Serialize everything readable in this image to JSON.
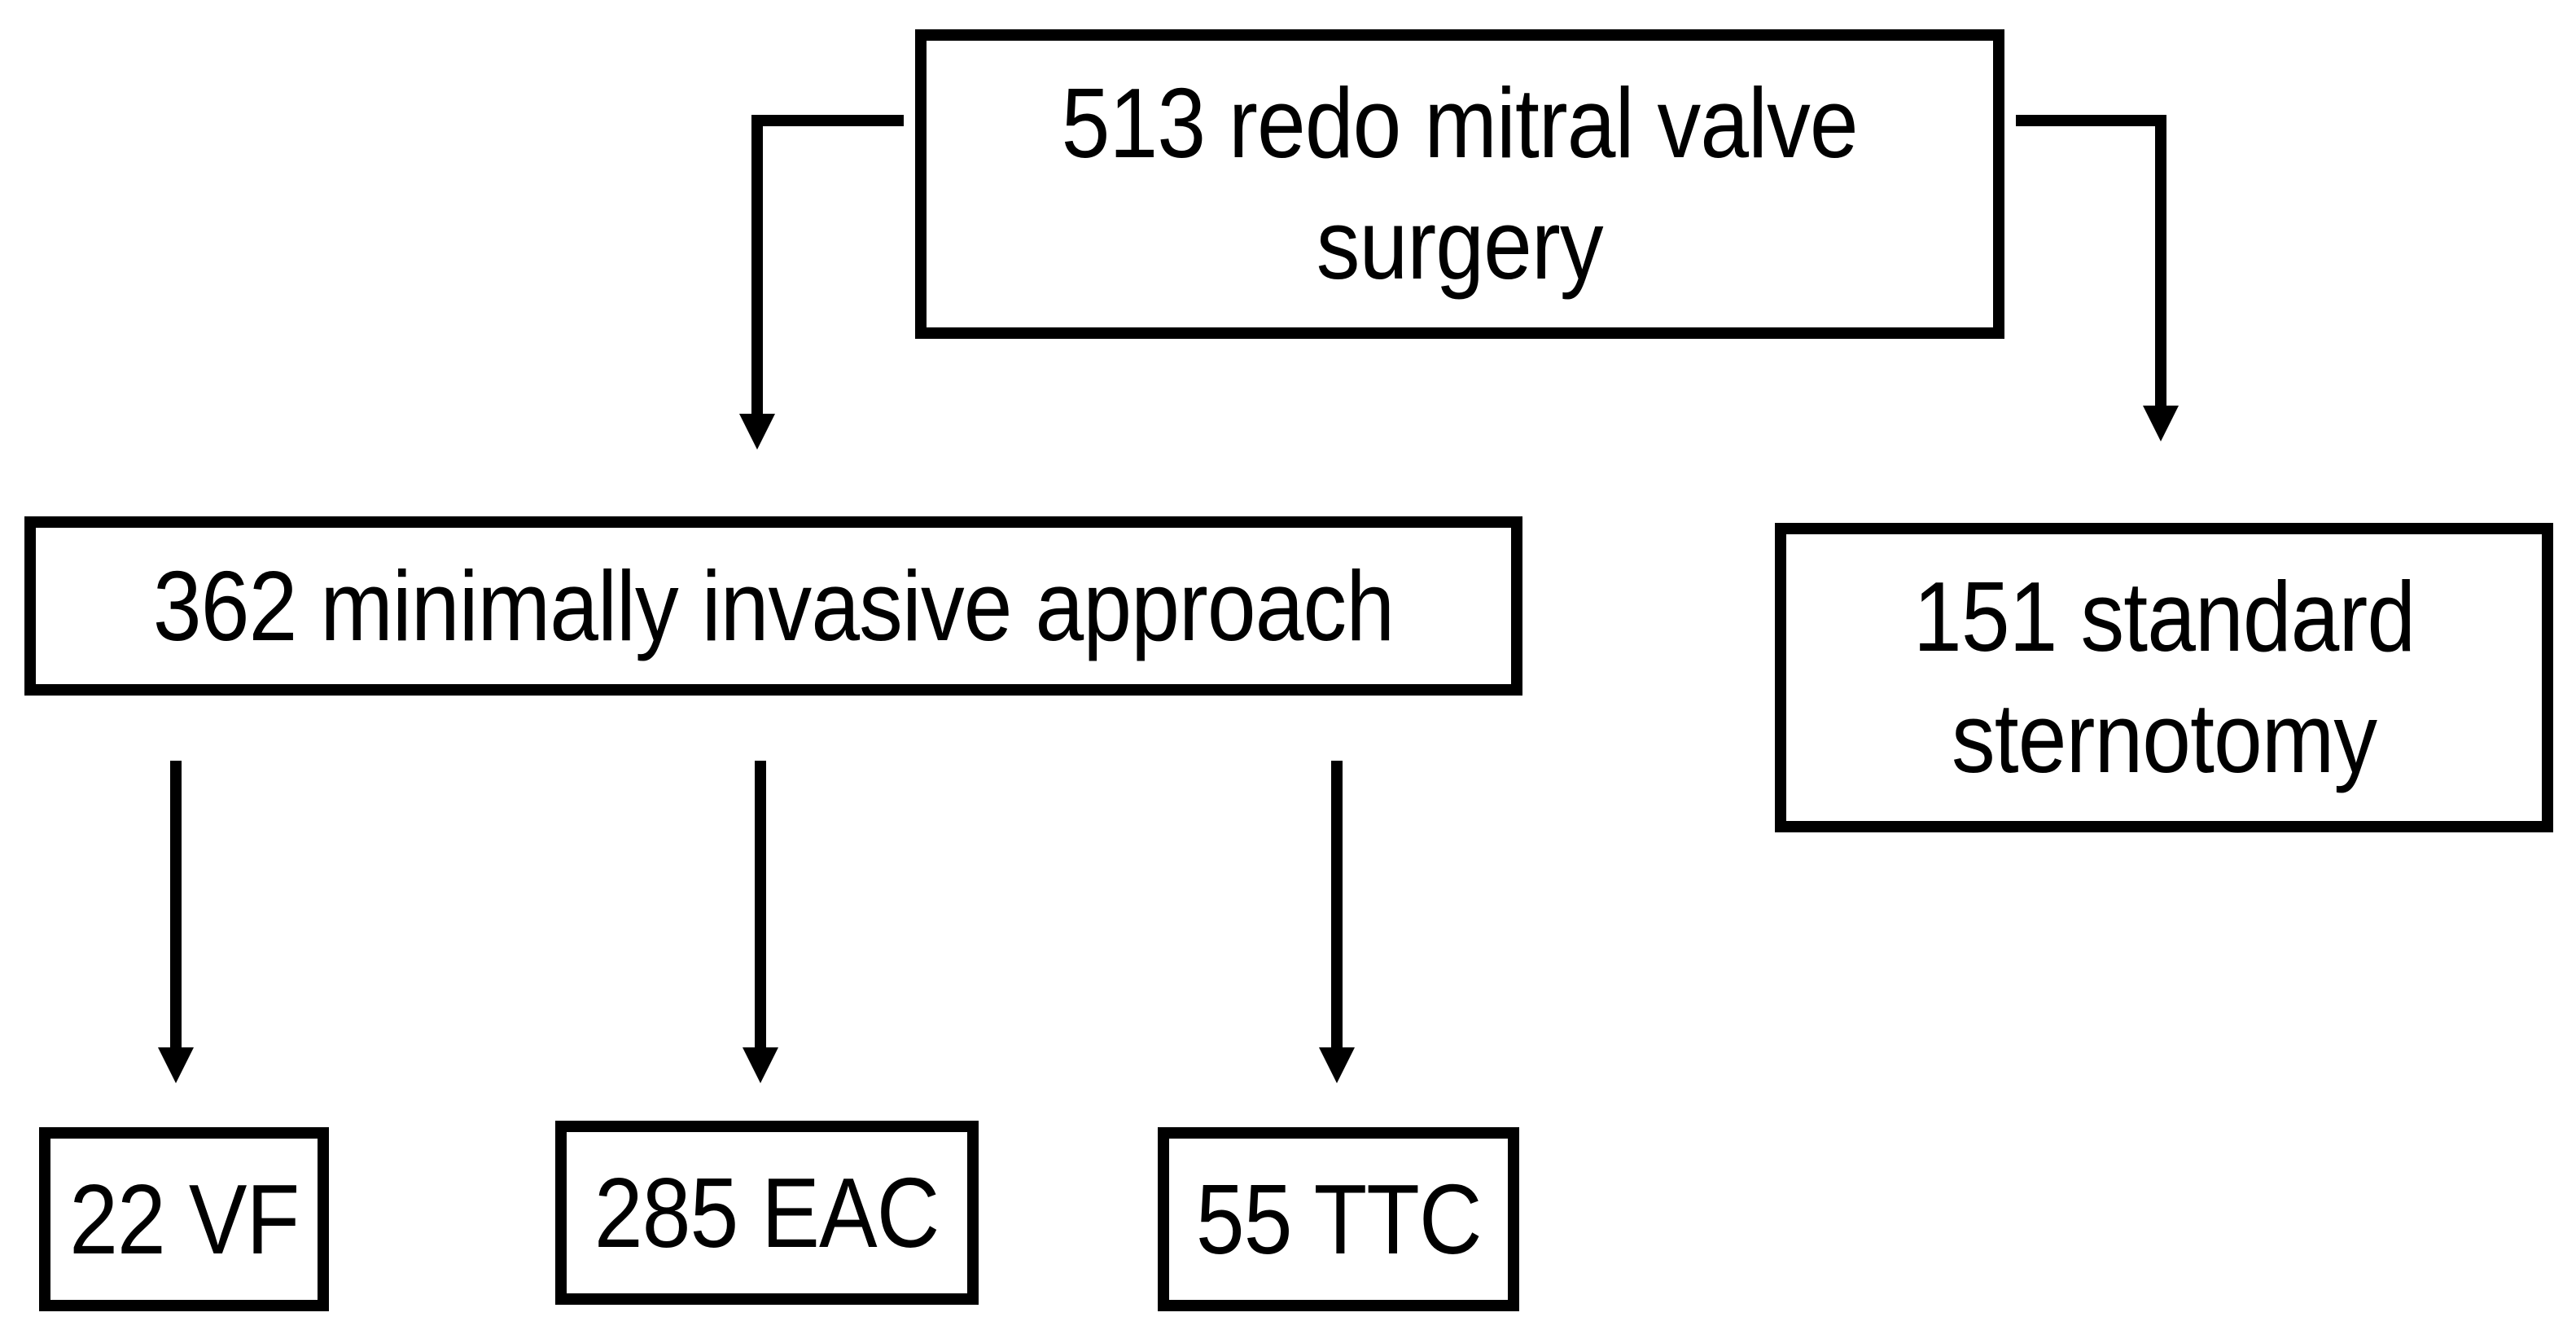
{
  "diagram": {
    "root": {
      "label": "513 redo mitral valve\nsurgery"
    },
    "minimally_invasive": {
      "label": "362 minimally invasive approach"
    },
    "sternotomy": {
      "label": "151 standard\nsternotomy"
    },
    "vf": {
      "label": "22 VF"
    },
    "eac": {
      "label": "285 EAC"
    },
    "ttc": {
      "label": "55 TTC"
    }
  },
  "colors": {
    "line": "#000000",
    "box_border": "#000000",
    "background": "#ffffff"
  }
}
